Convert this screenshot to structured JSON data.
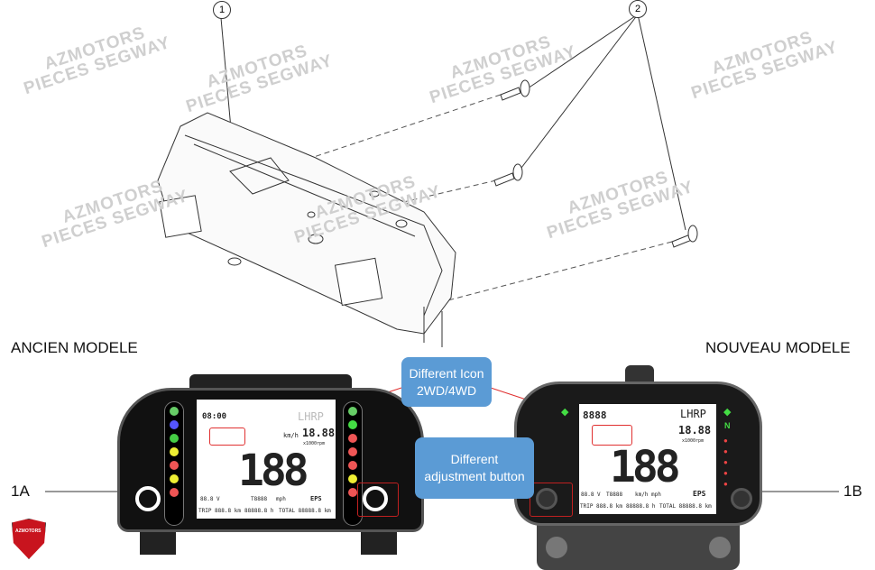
{
  "labels": {
    "ancien": "ANCIEN MODELE",
    "nouveau": "NOUVEAU MODELE",
    "part_1a": "1A",
    "part_1b": "1B",
    "callout_1": "1",
    "callout_2": "2"
  },
  "annotations": {
    "icon_box": {
      "line1": "Different Icon",
      "line2": "2WD/4WD"
    },
    "button_box": {
      "line1": "Different",
      "line2": "adjustment button"
    }
  },
  "watermark": {
    "line1": "AZMOTORS",
    "line2": "PIECES SEGWAY"
  },
  "logo": "AZMOTORS",
  "old_dash": {
    "time": "08:00",
    "mode": "LHRP",
    "kmh": "km/h",
    "rpm": "18.88",
    "rpm_unit": "x1000rpm",
    "speed": "188",
    "volt": "88.8 V",
    "temp": "T8888",
    "mph": "mph",
    "eps": "EPS",
    "trip": "TRIP 888.8 km",
    "hours": "88888.8 h",
    "total": "TOTAL 88888.8 km"
  },
  "new_dash": {
    "time": "8888",
    "mode": "LHRP",
    "rpm": "18.88",
    "rpm_unit": "x1000rpm",
    "speed": "188",
    "volt": "88.8 V",
    "temp": "T8888",
    "unit": "km/h mph",
    "eps": "EPS",
    "trip": "TRIP 888.8 km",
    "hours": "88888.8 h",
    "total": "TOTAL 88888.8 km"
  },
  "colors": {
    "box": "#5b9bd5",
    "highlight": "#e03030"
  }
}
